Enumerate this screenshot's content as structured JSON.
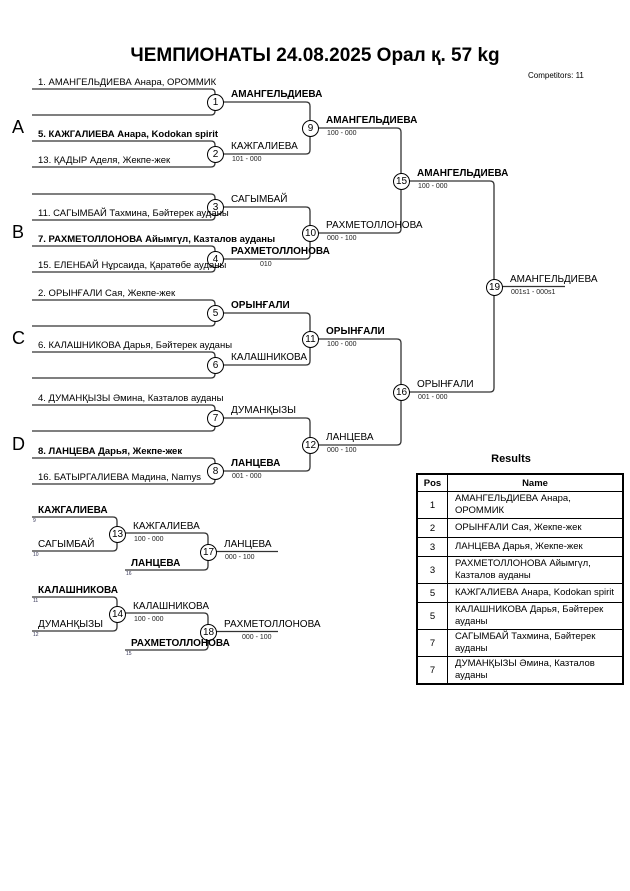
{
  "header": {
    "title": "ЧЕМПИОНАТЫ  24.08.2025  Орал қ.   57 kg",
    "competitors": "Competitors: 11"
  },
  "pools": [
    "A",
    "B",
    "C",
    "D"
  ],
  "entries": {
    "1": {
      "top": {
        "name": "1. АМАНГЕЛЬДИЕВА Анара, ОРОММИК",
        "bold": false
      },
      "bottom": {
        "name": "",
        "bold": false
      }
    },
    "2": {
      "top": {
        "name": "5. КАЖГАЛИЕВА Анара, Kodokan spirit",
        "bold": true
      },
      "bottom": {
        "name": "13. ҚАДЫР Аделя, Жекпе-жек",
        "bold": false
      }
    },
    "3": {
      "top": {
        "name": "",
        "bold": false
      },
      "bottom": {
        "name": "11. САГЫМБАЙ Тахмина, Бәйтерек ауданы",
        "bold": false
      }
    },
    "4": {
      "top": {
        "name": "7. РАХМЕТОЛЛОНОВА Айымгүл, Казталов ауданы",
        "bold": true
      },
      "bottom": {
        "name": "15. ЕЛЕНБАЙ Нұрсаида, Қаратөбе ауданы",
        "bold": false
      }
    },
    "5": {
      "top": {
        "name": "2. ОРЫНҒАЛИ Сая, Жекпе-жек",
        "bold": false
      },
      "bottom": {
        "name": "",
        "bold": false
      }
    },
    "6": {
      "top": {
        "name": "6. КАЛАШНИКОВА Дарья, Бәйтерек ауданы",
        "bold": false
      },
      "bottom": {
        "name": "",
        "bold": false
      }
    },
    "7": {
      "top": {
        "name": "4. ДУМАНҚЫЗЫ Әмина, Казталов ауданы",
        "bold": false
      },
      "bottom": {
        "name": "",
        "bold": false
      }
    },
    "8": {
      "top": {
        "name": "8. ЛАНЦЕВА Дарья, Жекпе-жек",
        "bold": true
      },
      "bottom": {
        "name": "16. БАТЫРГАЛИЕВА Мадина, Namys",
        "bold": false
      }
    },
    "13": {
      "top": {
        "name": "КАЖГАЛИЕВА",
        "bold": true,
        "from": "9"
      },
      "bottom": {
        "name": "САГЫМБАЙ",
        "bold": false,
        "from": "10"
      }
    },
    "14": {
      "top": {
        "name": "КАЛАШНИКОВА",
        "bold": true,
        "from": "11"
      },
      "bottom": {
        "name": "ДУМАНҚЫЗЫ",
        "bold": false,
        "from": "12"
      }
    },
    "17": {
      "bottom": {
        "name": "ЛАНЦЕВА",
        "bold": true,
        "from": "16"
      }
    },
    "18": {
      "bottom": {
        "name": "РАХМЕТОЛЛОНОВА",
        "bold": true,
        "from": "15"
      }
    }
  },
  "matches": {
    "1": {
      "number": "1",
      "winner": "АМАНГЕЛЬДИЕВА",
      "bold": true,
      "score": ""
    },
    "2": {
      "number": "2",
      "winner": "КАЖГАЛИЕВА",
      "bold": false,
      "score": "101 - 000"
    },
    "3": {
      "number": "3",
      "winner": "САГЫМБАЙ",
      "bold": false,
      "score": ""
    },
    "4": {
      "number": "4",
      "winner": "РАХМЕТОЛЛОНОВА",
      "bold": true,
      "score": "010"
    },
    "5": {
      "number": "5",
      "winner": "ОРЫНҒАЛИ",
      "bold": true,
      "score": ""
    },
    "6": {
      "number": "6",
      "winner": "КАЛАШНИКОВА",
      "bold": false,
      "score": ""
    },
    "7": {
      "number": "7",
      "winner": "ДУМАНҚЫЗЫ",
      "bold": false,
      "score": ""
    },
    "8": {
      "number": "8",
      "winner": "ЛАНЦЕВА",
      "bold": true,
      "score": "001 - 000"
    },
    "9": {
      "number": "9",
      "winner": "АМАНГЕЛЬДИЕВА",
      "bold": true,
      "score": "100 - 000"
    },
    "10": {
      "number": "10",
      "winner": "РАХМЕТОЛЛОНОВА",
      "bold": false,
      "score": "000 - 100"
    },
    "11": {
      "number": "11",
      "winner": "ОРЫНҒАЛИ",
      "bold": true,
      "score": "100 - 000"
    },
    "12": {
      "number": "12",
      "winner": "ЛАНЦЕВА",
      "bold": false,
      "score": "000 - 100"
    },
    "15": {
      "number": "15",
      "winner": "АМАНГЕЛЬДИЕВА",
      "bold": true,
      "score": "100 - 000"
    },
    "16": {
      "number": "16",
      "winner": "ОРЫНҒАЛИ",
      "bold": false,
      "score": "001 - 000"
    },
    "19": {
      "number": "19",
      "winner": "АМАНГЕЛЬДИЕВА",
      "bold": false,
      "score": "001s1 - 000s1"
    },
    "13": {
      "number": "13",
      "winner": "КАЖГАЛИЕВА",
      "bold": false,
      "score": "100 - 000"
    },
    "14": {
      "number": "14",
      "winner": "КАЛАШНИКОВА",
      "bold": false,
      "score": "100 - 000"
    },
    "17": {
      "number": "17",
      "winner": "ЛАНЦЕВА",
      "bold": false,
      "score": "000 - 100"
    },
    "18": {
      "number": "18",
      "winner": "РАХМЕТОЛЛОНОВА",
      "bold": false,
      "score": "000 - 100"
    }
  },
  "results": {
    "title": "Results",
    "headers": [
      "Pos",
      "Name"
    ],
    "rows": [
      {
        "pos": "1",
        "name": "АМАНГЕЛЬДИЕВА Анара, ОРОММИК"
      },
      {
        "pos": "2",
        "name": "ОРЫНҒАЛИ Сая, Жекпе-жек"
      },
      {
        "pos": "3",
        "name": "ЛАНЦЕВА Дарья, Жекпе-жек"
      },
      {
        "pos": "3",
        "name": "РАХМЕТОЛЛОНОВА Айымгүл, Казталов ауданы"
      },
      {
        "pos": "5",
        "name": "КАЖГАЛИЕВА Анара, Kodokan spirit"
      },
      {
        "pos": "5",
        "name": "КАЛАШНИКОВА Дарья, Бәйтерек ауданы"
      },
      {
        "pos": "7",
        "name": "САГЫМБАЙ Тахмина, Бәйтерек ауданы"
      },
      {
        "pos": "7",
        "name": "ДУМАНҚЫЗЫ Әмина, Казталов ауданы"
      }
    ]
  }
}
